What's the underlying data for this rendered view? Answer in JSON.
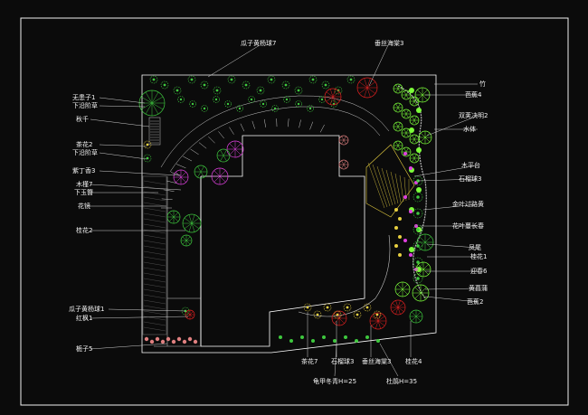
{
  "labels": {
    "top_guazi": "瓜子黄杨球7",
    "top_chuisi": "垂丝海棠3",
    "l_wuhuanzi": "无患子1",
    "l_xiayanmaicao1": "下沿阶草",
    "l_qianqiu": "秋千",
    "l_chahua2": "茶花2",
    "l_xiayanmaicao2": "下沿阶草",
    "l_zidingxiang": "紫丁香3",
    "l_mujin": "木槿7",
    "l_xiayuzan": "下玉簪",
    "l_huajing": "花镜",
    "l_guihua2": "桂花2",
    "l_guazi1": "瓜子黄杨球1",
    "l_hongfeng": "红枫1",
    "l_zhizi": "栀子5",
    "r_zhu": "竹",
    "r_bajiao4": "芭蕉4",
    "r_shuangjue": "双荚决明2",
    "r_shuiti": "水体",
    "r_mupingtai": "木平台",
    "r_shiliu3": "石榴球3",
    "r_jinye": "金叶过路黄",
    "r_huaye": "花叶蔓长春",
    "r_fengwei": "凤尾",
    "r_guihua1": "桂花1",
    "r_yingchun": "迎春6",
    "r_huangchangpu": "黄菖蒲",
    "r_bajiao2": "芭蕉2",
    "b_chahua7": "茶花7",
    "b_shiliu3": "石榴球3",
    "b_chuisi3": "垂丝海棠3",
    "b_guihua4": "桂花4",
    "b_guijia": "龟甲冬青H=25",
    "b_dujuan": "杜鹃H=35"
  },
  "colors": {
    "background": "#0b0b0b",
    "outline": "#f0f0f0",
    "plan_line": "#ffffff",
    "green": "#3ec83e",
    "bright_green": "#7cff3a",
    "red": "#e02020",
    "magenta": "#e040e0",
    "yellow": "#e8d040",
    "pink": "#e08080",
    "leader": "#cfcfcf"
  }
}
